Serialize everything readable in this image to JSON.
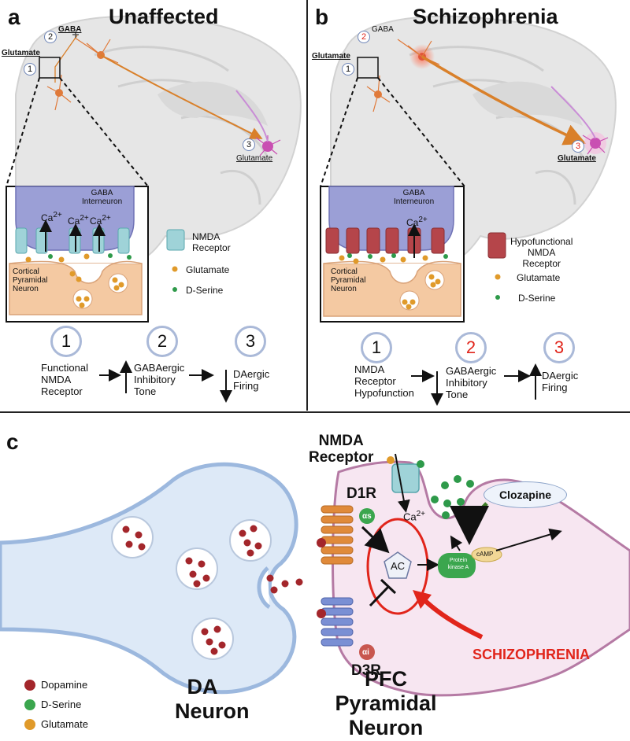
{
  "panel_a": {
    "letter": "a",
    "title": "Unaffected",
    "gaba_label": "GABA",
    "glutamate_label": "Glutamate",
    "target_label": "Glutamate",
    "markers": [
      "1",
      "2",
      "3"
    ],
    "inset": {
      "gaba_interneuron": "GABA\nInterneuron",
      "ca": "Ca",
      "ca_sup": "2+",
      "cortical": "Cortical\nPyramidal\nNeuron"
    },
    "legend": {
      "receptor": "NMDA\nReceptor",
      "glutamate": "Glutamate",
      "dserine": "D-Serine"
    },
    "steps": [
      {
        "num": "1",
        "text": "Functional\nNMDA\nReceptor"
      },
      {
        "num": "2",
        "text": "GABAergic\nInhibitory\nTone"
      },
      {
        "num": "3",
        "text": "DAergic\nFiring"
      }
    ]
  },
  "panel_b": {
    "letter": "b",
    "title": "Schizophrenia",
    "gaba_label": "GABA",
    "glutamate_label": "Glutamate",
    "target_label": "Glutamate",
    "markers": [
      "1",
      "2",
      "3"
    ],
    "inset": {
      "gaba_interneuron": "GABA\nInterneuron",
      "ca": "Ca",
      "ca_sup": "2+",
      "cortical": "Cortical\nPyramidal\nNeuron"
    },
    "legend": {
      "receptor": "Hypofunctional\nNMDA\nReceptor",
      "glutamate": "Glutamate",
      "dserine": "D-Serine"
    },
    "steps": [
      {
        "num": "1",
        "text": "NMDA\nReceptor\nHypofunction"
      },
      {
        "num": "2",
        "text": "GABAergic\nInhibitory\nTone"
      },
      {
        "num": "3",
        "text": "DAergic\nFiring"
      }
    ]
  },
  "panel_c": {
    "letter": "c",
    "nmda_receptor": "NMDA\nReceptor",
    "d1r": "D1R",
    "d3r": "D3R",
    "gs": "αs",
    "gi": "αi",
    "ca": "Ca",
    "ca_sup": "2+",
    "ac": "AC",
    "pka": "Protein\nkinase A",
    "camp": "cAMP",
    "clozapine": "Clozapine",
    "schizophrenia": "SCHIZOPHRENIA",
    "da_neuron": "DA\nNeuron",
    "pfc_neuron": "PFC\nPyramidal\nNeuron",
    "legend": {
      "dopamine": "Dopamine",
      "dserine": "D-Serine",
      "glutamate": "Glutamate"
    }
  },
  "colors": {
    "red_accent": "#e1251b",
    "nmda_blue": "#9fd3d8",
    "hypo_red": "#b5454a",
    "gaba_purple": "#9b9fd6",
    "pyramidal_peach": "#f4c9a2",
    "glutamate_orange": "#e09a2a",
    "dserine_green": "#2e9a4a",
    "dopamine_red": "#a3262b",
    "da_neuron_fill": "#dde9f7",
    "pfc_fill": "#f7e6f1"
  }
}
